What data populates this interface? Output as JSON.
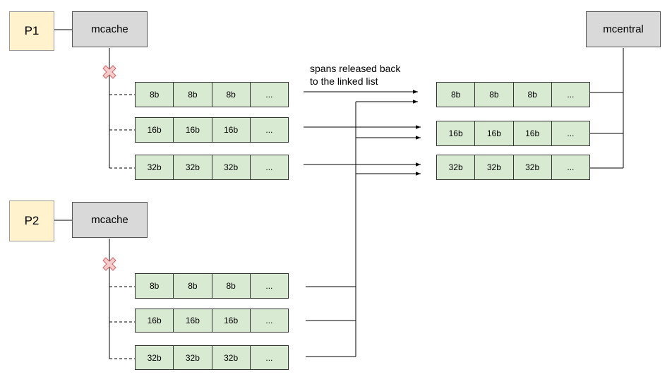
{
  "processors": [
    {
      "label": "P1",
      "cache_label": "mcache"
    },
    {
      "label": "P2",
      "cache_label": "mcache"
    }
  ],
  "central": {
    "label": "mcentral"
  },
  "annotation": {
    "line1": "spans released back",
    "line2": "to the linked list"
  },
  "span_classes": [
    {
      "cells": [
        "8b",
        "8b",
        "8b",
        "..."
      ]
    },
    {
      "cells": [
        "16b",
        "16b",
        "16b",
        "..."
      ]
    },
    {
      "cells": [
        "32b",
        "32b",
        "32b",
        "..."
      ]
    }
  ],
  "colors": {
    "processor_fill": "#fff2cc",
    "cache_fill": "#d9d9d9",
    "span_fill": "#d9ead3",
    "cross_fill": "#f4cccc"
  }
}
